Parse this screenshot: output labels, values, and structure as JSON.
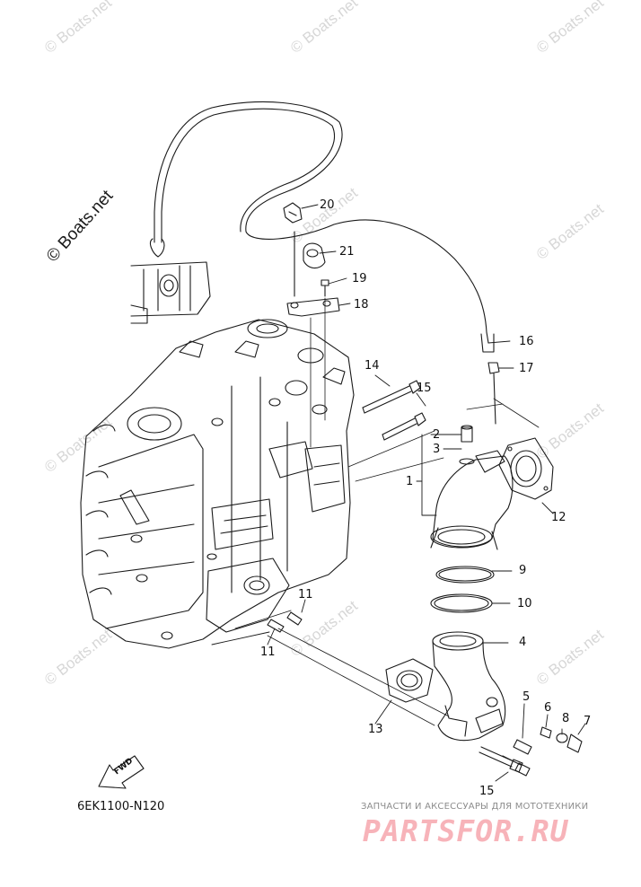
{
  "watermark": {
    "main": "© Boats.net",
    "repeat": "© Boats.net"
  },
  "diagram_code": "6EK1100-N120",
  "fwd_label": "FWD",
  "brand": {
    "tagline": "ЗАПЧАСТИ И АКСЕССУАРЫ ДЛЯ МОТОТЕХНИКИ",
    "logo": "PARTSFOR.RU",
    "logo_color": "#f7b3b9"
  },
  "callouts": {
    "c1": "1",
    "c2": "2",
    "c3": "3",
    "c4": "4",
    "c5": "5",
    "c6": "6",
    "c7": "7",
    "c8": "8",
    "c9": "9",
    "c10": "10",
    "c11a": "11",
    "c11b": "11",
    "c12": "12",
    "c13": "13",
    "c14": "14",
    "c15a": "15",
    "c15b": "15",
    "c16": "16",
    "c17": "17",
    "c18": "18",
    "c19": "19",
    "c20": "20",
    "c21": "21"
  }
}
